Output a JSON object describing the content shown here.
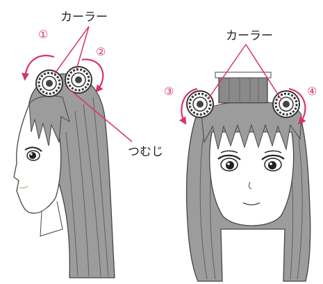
{
  "labels": {
    "curler_left": "カーラー",
    "curler_right": "カーラー",
    "crown": "つむじ"
  },
  "steps": [
    "①",
    "②",
    "③",
    "④"
  ],
  "colors": {
    "arrow": "#d8326e",
    "hair": "#9c9c9c",
    "hair_dark": "#6e6e6e",
    "skin": "#ffffff",
    "outline": "#333333"
  }
}
